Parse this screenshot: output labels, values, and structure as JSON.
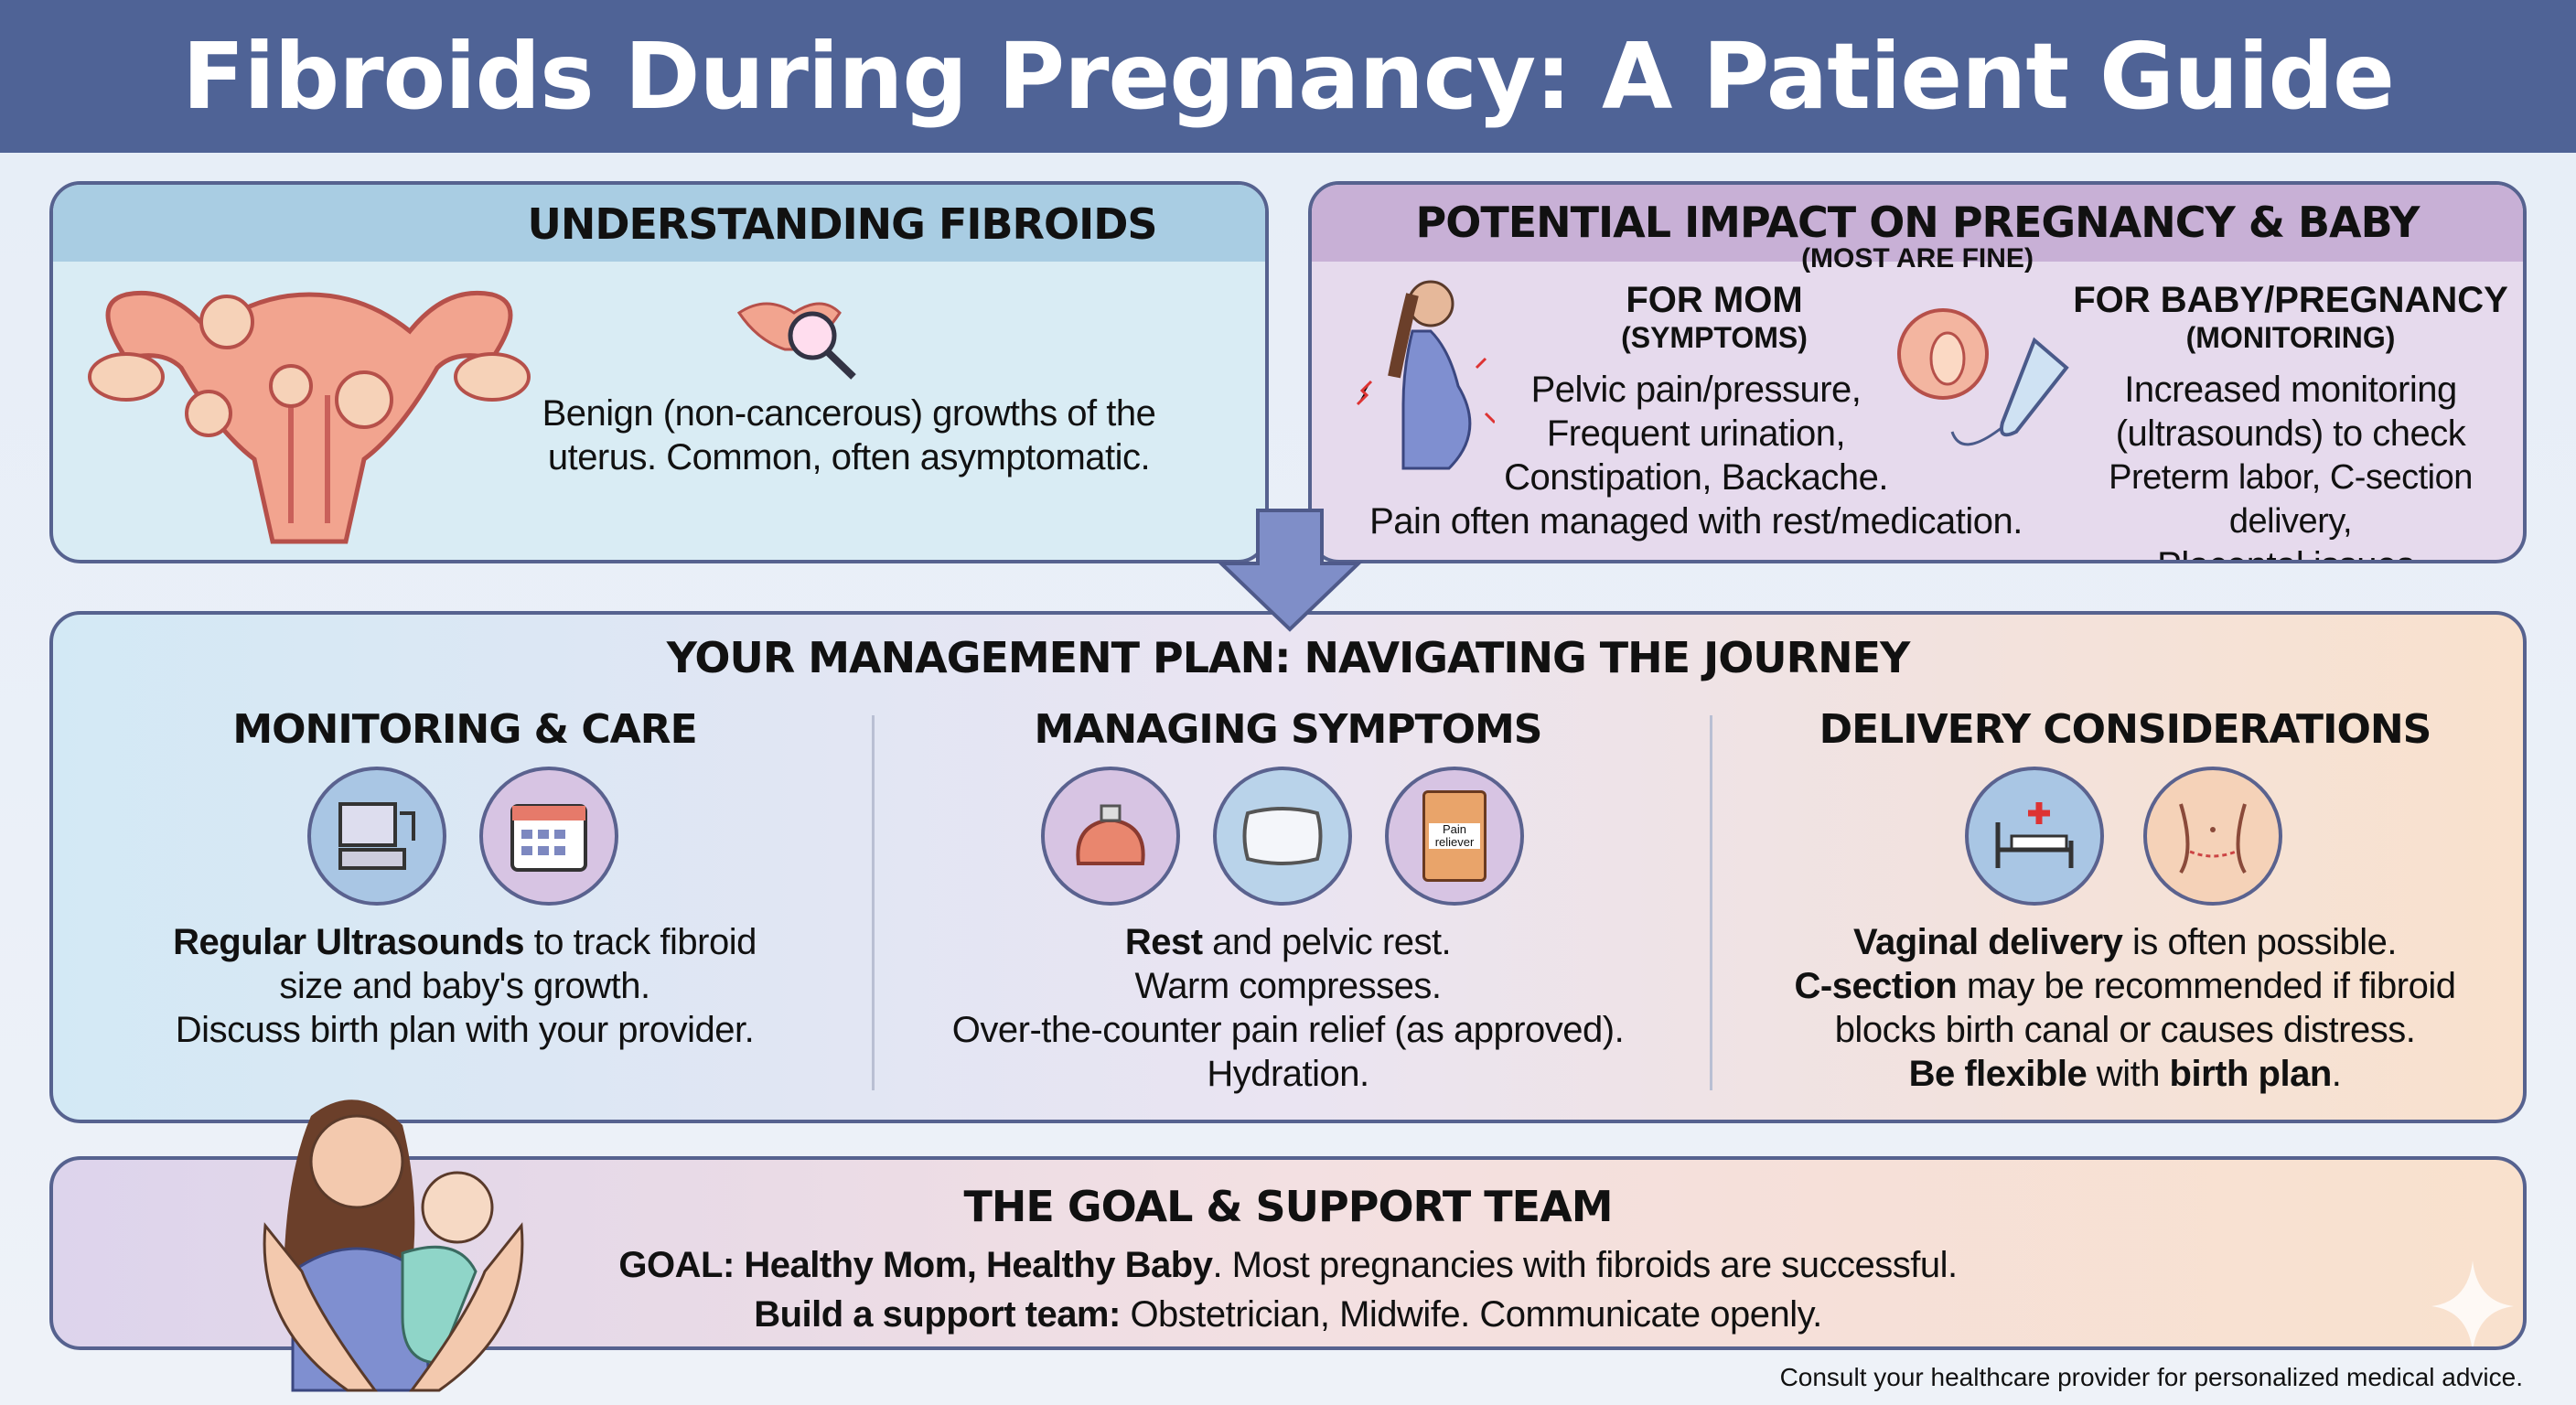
{
  "title": "Fibroids During Pregnancy: A Patient Guide",
  "understanding": {
    "heading": "UNDERSTANDING FIBROIDS",
    "text_lines": [
      "Benign (non-cancerous) growths of the",
      "uterus. Common, often asymptomatic."
    ]
  },
  "impact": {
    "heading": "POTENTIAL IMPACT ON PREGNANCY & BABY",
    "subheading": "(MOST ARE FINE)",
    "mom": {
      "title": "FOR MOM",
      "subtitle": "(SYMPTOMS)",
      "lines": [
        "Pelvic pain/pressure,",
        "Frequent urination,",
        "Constipation, Backache.",
        "Pain often managed with rest/medication."
      ]
    },
    "baby": {
      "title": "FOR BABY/PREGNANCY",
      "subtitle": "(MONITORING)",
      "lines": [
        "Increased monitoring",
        "(ultrasounds) to check",
        "Preterm labor, C-section delivery,",
        "Placental issues."
      ]
    }
  },
  "management": {
    "heading": "YOUR MANAGEMENT PLAN: NAVIGATING THE JOURNEY",
    "monitoring": {
      "title": "MONITORING & CARE",
      "bold1": "Regular Ultrasounds",
      "line1": " to track fibroid",
      "line2": "size and baby's growth.",
      "line3": "Discuss birth plan with your provider."
    },
    "symptoms": {
      "title": "MANAGING SYMPTOMS",
      "bold1": "Rest",
      "line1": " and pelvic rest.",
      "line2": "Warm compresses.",
      "line3": "Over-the-counter pain relief (as approved).",
      "line4": "Hydration.",
      "pill_label": "Pain reliever"
    },
    "delivery": {
      "title": "DELIVERY CONSIDERATIONS",
      "bold1": "Vaginal delivery",
      "line1": " is often possible.",
      "bold2": "C-section",
      "line2": " may be recommended if fibroid",
      "line3": "blocks birth canal or causes distress.",
      "bold3": "Be flexible",
      "line4": " with ",
      "bold4": "birth plan",
      "line4end": "."
    }
  },
  "goal": {
    "heading": "THE GOAL & SUPPORT TEAM",
    "bold1": "GOAL: Healthy Mom, Healthy Baby",
    "line1": ". Most pregnancies with fibroids are successful.",
    "bold2": "Build a support team:",
    "line2": " Obstetrician, Midwife. Communicate openly."
  },
  "footer": "Consult your healthcare provider for personalized medical advice."
}
